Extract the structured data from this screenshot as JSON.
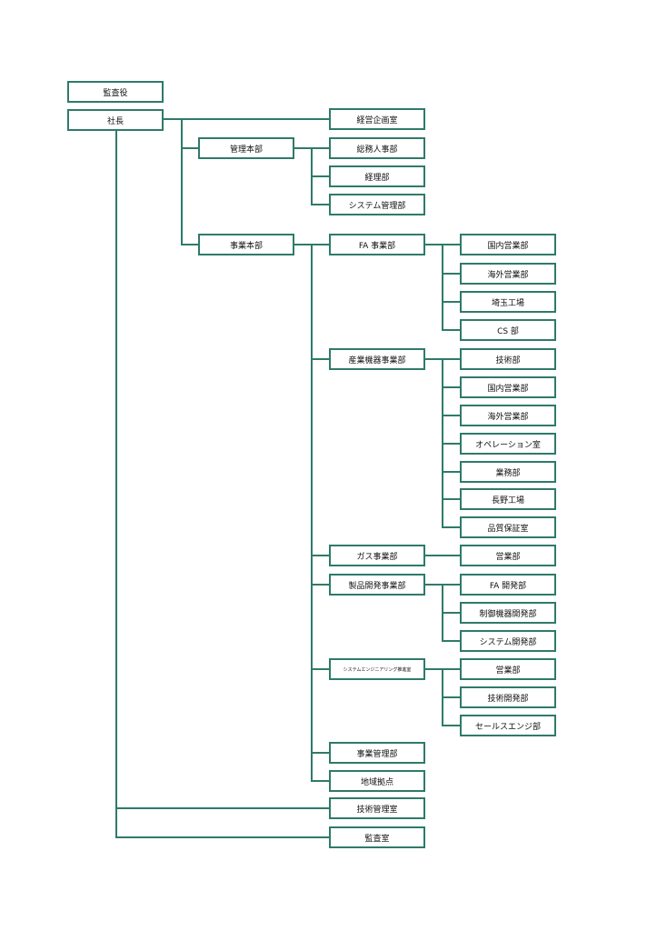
{
  "colors": {
    "line": "#2f7a6a",
    "text": "#111111"
  },
  "chart": {
    "auditor": "監査役",
    "president": "社長",
    "president_office": "経営企画室",
    "admin_hq": "管理本部",
    "admin": {
      "general_affairs": "総務人事部",
      "accounting": "経理部",
      "system_mgmt": "システム管理部"
    },
    "business_hq": "事業本部",
    "fa": {
      "name": "FA 事業部",
      "items": [
        "国内営業部",
        "海外営業部",
        "埼玉工場",
        "CS 部"
      ]
    },
    "industrial": {
      "name": "産業機器事業部",
      "items": [
        "技術部",
        "国内営業部",
        "海外営業部",
        "オペレーション室",
        "業務部",
        "長野工場",
        "品質保証室"
      ]
    },
    "gas": {
      "name": "ガス事業部",
      "items": [
        "営業部"
      ]
    },
    "product_dev": {
      "name": "製品開発事業部",
      "items": [
        "FA 開発部",
        "制御機器開発部",
        "システム開発部"
      ]
    },
    "sys_eng": {
      "name": "システムエンジニアリング推進室",
      "items": [
        "営業部",
        "技術開発部",
        "セールスエンジ部"
      ]
    },
    "business_mgmt": "事業管理部",
    "regional": "地域拠点",
    "tech_mgmt": "技術管理室",
    "audit_office": "監査室"
  }
}
